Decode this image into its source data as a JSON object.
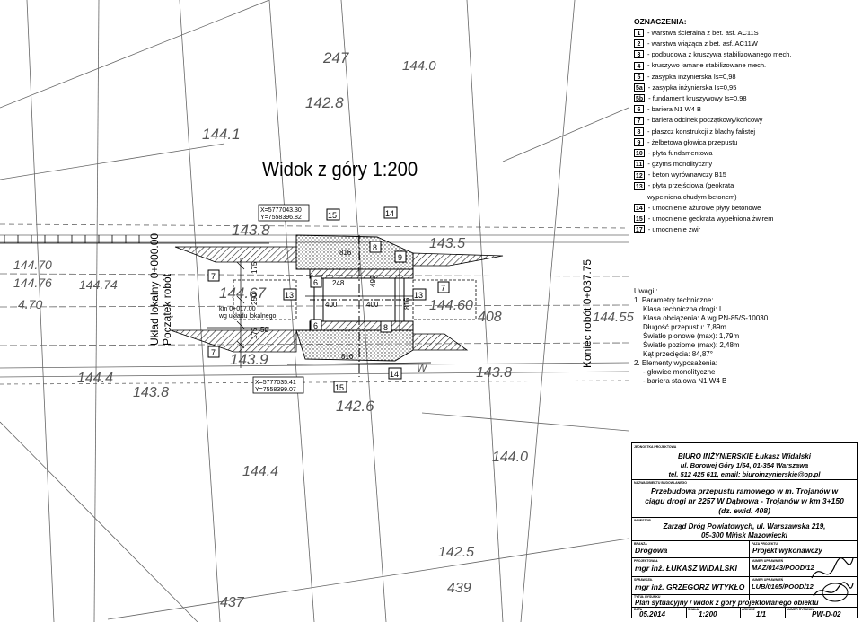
{
  "view_title": "Widok z góry 1:200",
  "survey_points": [
    "247",
    "144.0",
    "142.8",
    "144.1",
    "143.8",
    "144.67",
    "143.9",
    "142.6",
    "144.70",
    "144.76",
    "144.74",
    "144.4",
    "143.8",
    "144.60",
    "144.55",
    "143.5",
    "143.8",
    "144.4",
    "144.0",
    "142.5",
    "437",
    "439",
    "4.70"
  ],
  "coord_top": [
    "X=5777043.30",
    "Y=7558396.82"
  ],
  "coord_bottom": [
    "X=5777035.41",
    "Y=7558399.07"
  ],
  "km_label": [
    "km 0+017.00",
    "wg układu lokalnego"
  ],
  "left_vertical": [
    "Układ lokalny 0+000.00",
    "Początek robót"
  ],
  "right_vertical": "Koniec robót 0+037.75",
  "dims": [
    "175",
    "250",
    "248",
    "816",
    "400",
    "400",
    "175",
    "50",
    "816",
    "816",
    "492",
    "408",
    "W"
  ],
  "markers": [
    "7",
    "7",
    "7",
    "13",
    "13",
    "15",
    "15",
    "14",
    "14",
    "6",
    "6",
    "8",
    "8",
    "9"
  ],
  "legend": {
    "title": "OZNACZENIA:",
    "items": [
      {
        "num": "1",
        "text": "- warstwa ścieralna z bet. asf. AC11S"
      },
      {
        "num": "2",
        "text": "- warstwa wiążąca z bet. asf. AC11W"
      },
      {
        "num": "3",
        "text": "- podbudowa z kruszywa stabilizowanego mech."
      },
      {
        "num": "4",
        "text": "- kruszywo łamane stabilizowane mech."
      },
      {
        "num": "5",
        "text": "- zasypka inżynierska Is=0,98"
      },
      {
        "num": "5a",
        "text": "- zasypka inżynierska Is=0,95"
      },
      {
        "num": "5b",
        "text": "- fundament kruszywowy Is=0,98"
      },
      {
        "num": "6",
        "text": "- bariera N1 W4 B"
      },
      {
        "num": "7",
        "text": "- bariera odcinek początkowy/końcowy"
      },
      {
        "num": "8",
        "text": "- płaszcz konstrukcji z blachy falistej"
      },
      {
        "num": "9",
        "text": "- żelbetowa głowica przepustu"
      },
      {
        "num": "10",
        "text": "- płyta fundamentowa"
      },
      {
        "num": "11",
        "text": "- gzyms monolityczny"
      },
      {
        "num": "12",
        "text": "- beton wyrównawczy B15"
      },
      {
        "num": "13",
        "text": "- płyta przejściowa (geokrata",
        "cont": "wypełniona chudym betonem)"
      },
      {
        "num": "14",
        "text": "- umocnienie ażurowe płyty betonowe"
      },
      {
        "num": "15",
        "text": "- umocnienie geokrata wypełniona żwirem"
      },
      {
        "num": "17",
        "text": "- umocnienie żwir"
      }
    ]
  },
  "notes": {
    "title": "Uwagi :",
    "lines": [
      {
        "text": "1. Parametry techniczne:",
        "indent": false
      },
      {
        "text": "Klasa techniczna drogi: L",
        "indent": true
      },
      {
        "text": "Klasa obciążenia: A wg PN-85/S-10030",
        "indent": true
      },
      {
        "text": "Długość przepustu: 7,89m",
        "indent": true
      },
      {
        "text": "Światło pionowe (max): 1,79m",
        "indent": true
      },
      {
        "text": "Światło poziome (max): 2,48m",
        "indent": true
      },
      {
        "text": "Kąt przecięcia: 84,87°",
        "indent": true
      },
      {
        "text": "2. Elementy wyposażenia:",
        "indent": false
      },
      {
        "text": "- głowice monolityczne",
        "indent": true
      },
      {
        "text": "- bariera stalowa N1 W4 B",
        "indent": true
      }
    ]
  },
  "title_block": {
    "label_unit": "JEDNOSTKA PROJEKTOWA",
    "office": "BIURO INŻYNIERSKIE Łukasz Widalski",
    "address": "ul. Borowej Góry 1/54, 01-354 Warszawa",
    "contact": "tel. 512 425 611, email: biuroinzynierskie@op.pl",
    "label_object": "NAZWA OBIEKTU BUDOWLANEGO",
    "object": [
      "Przebudowa przepustu ramowego w m. Trojanów w",
      "ciągu drogi nr 2257 W Dąbrowa - Trojanów w km 3+150",
      "(dz. ewid. 408)"
    ],
    "label_investor": "INWESTOR",
    "investor": [
      "Zarząd Dróg Powiatowych, ul. Warszawska 219,",
      "05-300 Mińsk Mazowiecki"
    ],
    "label_branch": "BRANŻA",
    "branch": "Drogowa",
    "label_phase": "FAZA PROJEKTU",
    "phase": "Projekt wykonawczy",
    "label_designer": "PROJEKTOWAŁ",
    "designer": "mgr inż. ŁUKASZ WIDALSKI",
    "label_lic1": "NUMER UPRAWNIEŃ",
    "lic1": "MAZ/0143/POOD/12",
    "label_checker": "SPRAWDZIŁ",
    "checker": "mgr inż. GRZEGORZ WTYKŁO",
    "label_lic2": "NUMER UPRAWNIEŃ",
    "lic2": "LUB/0165/POOD/12",
    "label_drawing_title": "TYTUŁ RYSUNKU",
    "drawing_title": "Plan sytuacyjny / widok z góry projektowanego obiektu",
    "label_date": "DATA",
    "date": "05.2014",
    "label_scale": "SKALA",
    "scale": "1:200",
    "label_sheet": "ARKUSZ",
    "sheet": "1/1",
    "label_drawing_no": "NUMER RYSUNKU",
    "drawing_no": "PW-D-02"
  }
}
